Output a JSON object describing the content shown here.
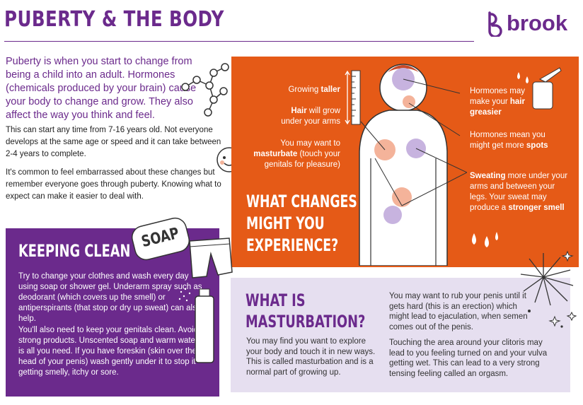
{
  "header": {
    "title": "PUBERTY & THE BODY",
    "brand_name": "brook",
    "brand_color": "#6b2a8c"
  },
  "intro": {
    "lead": "Puberty is when you start to change from being a child into an adult. Hormones (chemicals produced by your brain) cause your body to change and grow. They also affect the way you think and feel.",
    "timing": "This can start any time from 7-16 years old. Not everyone develops at the same age or speed and it can take between 2-4 years to complete.",
    "embarrassed": "It's common to feel embarrassed about these changes but remember everyone goes through puberty. Knowing what to expect can make it easier to deal with."
  },
  "changes": {
    "heading_line1": "WHAT CHANGES",
    "heading_line2": "MIGHT YOU",
    "heading_line3": "EXPERIENCE?",
    "taller_pre": "Growing ",
    "taller_bold": "taller",
    "hair_bold": "Hair",
    "hair_rest": " will grow under your arms",
    "mast_pre": "You may want to ",
    "mast_bold": "masturbate",
    "mast_rest": " (touch your genitals for pleasure)",
    "greasy_pre": "Hormones may make your ",
    "greasy_bold": "hair greasier",
    "spots_pre": "Hormones mean you might get more ",
    "spots_bold": "spots",
    "sweat_bold": "Sweating",
    "sweat_rest": " more under your arms and between your legs. Your sweat may produce a ",
    "sweat_bold2": "stronger smell",
    "panel_color": "#e55a17"
  },
  "keeping_clean": {
    "heading": "KEEPING CLEAN",
    "soap_label": "SOAP",
    "para1": "Try to change your clothes and wash every day using soap or shower gel. Underarm spray such as deodorant (which covers up the smell) or antiperspirants (that stop or dry up sweat) can also help.",
    "para2": "You'll also need to keep your genitals clean. Avoid strong products. Unscented soap and warm water is all you need. If you have foreskin (skin over the head of your penis) wash gently under it to stop it getting smelly, itchy or sore."
  },
  "masturbation": {
    "heading_line1": "WHAT IS",
    "heading_line2": "MASTURBATION?",
    "para1": "You may find you want to explore your body and touch it in new ways. This is called masturbation and is a normal part of growing up.",
    "para2": "You may want to rub your penis until it gets hard (this is an erection) which might lead to ejaculation, when semen comes out of the penis.",
    "para3": "Touching the area around your clitoris may lead to you feeling turned on and your vulva getting wet. This can lead to a very strong tensing feeling called an orgasm."
  }
}
